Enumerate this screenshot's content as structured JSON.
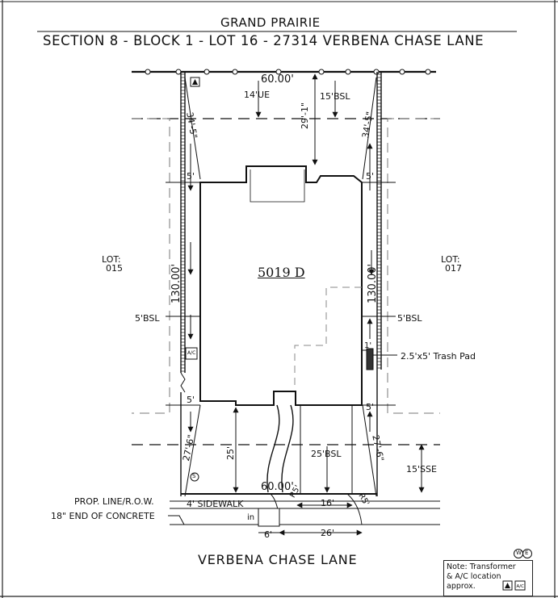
{
  "header": {
    "city": "GRAND PRAIRIE",
    "lot_title": "SECTION 8 - BLOCK 1 - LOT 16 - 27314 VERBENA CHASE LANE"
  },
  "plan": {
    "plan_id": "5019 D",
    "front_width": "60.00'",
    "rear_width": "60.00'",
    "left_depth": "130.00'",
    "right_depth": "130.00'",
    "rear_easement": "14'UE",
    "rear_bsl": "15'BSL",
    "rear_dim": "29'-1\"",
    "left_angle_top": "34'-5\"",
    "right_angle_top": "34'-5\"",
    "left_angle_bottom": "27'-6\"",
    "right_angle_bottom": "27'-6\"",
    "left_side_top": "5'",
    "right_side_top": "5'",
    "left_side_bottom": "5'",
    "right_side_bottom": "5'",
    "left_bsl": "5'BSL",
    "right_bsl": "5'BSL",
    "front_setback": "25'",
    "front_bsl": "25'BSL",
    "front_sse": "15'SSE",
    "trash_offset": "1'",
    "trash_pad": "2.5'x5' Trash Pad",
    "neighbor_left": [
      "LOT:",
      "015"
    ],
    "neighbor_right": [
      "LOT:",
      "017"
    ],
    "prop_line": "PROP. LINE/R.O.W.",
    "sidewalk": "4' SIDEWALK",
    "end_concrete": "18\" END OF CONCRETE",
    "drive_16": "16'",
    "drive_26": "26'",
    "drive_6": "6'",
    "radius_left": "R5'",
    "radius_right": "R5'",
    "ac_label": "A/C",
    "sewer_label": "S",
    "water_label": "W",
    "electric_label": "E",
    "inlet_label": "in"
  },
  "street": {
    "name": "VERBENA CHASE LANE"
  },
  "note": {
    "lines": [
      "Note: Transformer",
      "& A/C location",
      "approx."
    ],
    "ac_icon_label": "A/C"
  }
}
